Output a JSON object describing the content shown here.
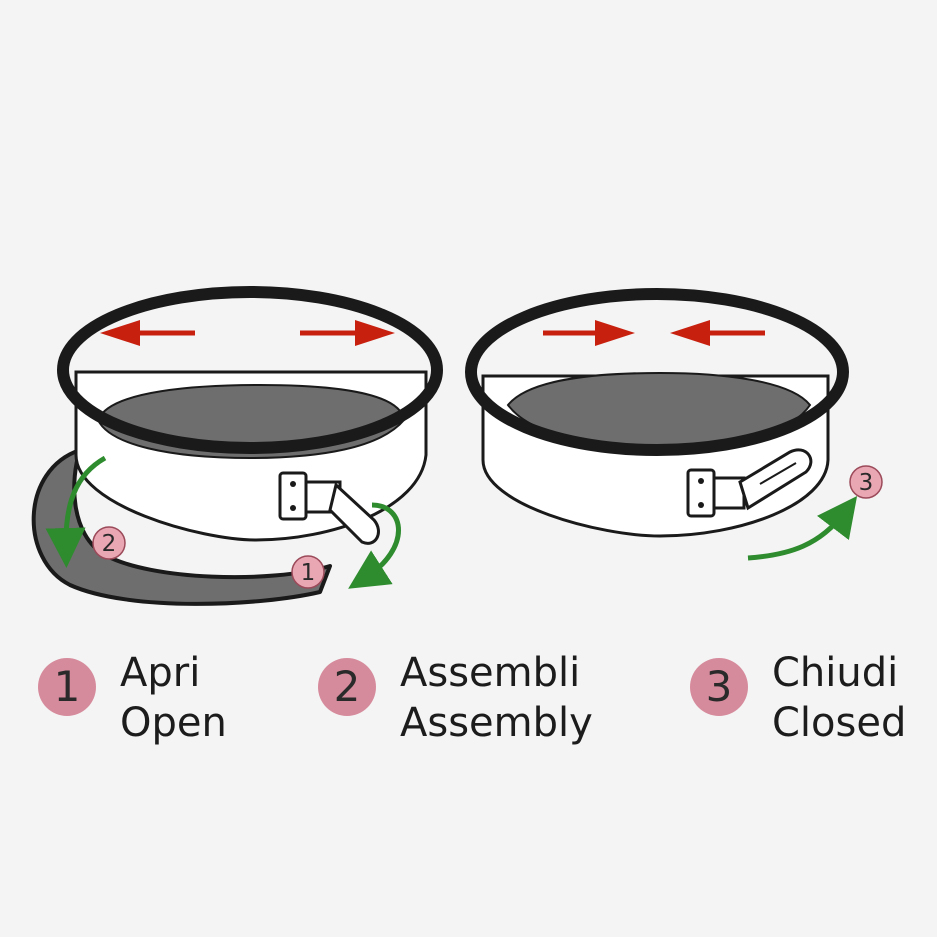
{
  "steps": [
    {
      "number": "1",
      "label_it": "Apri",
      "label_en": "Open"
    },
    {
      "number": "2",
      "label_it": "Assembli",
      "label_en": "Assembly"
    },
    {
      "number": "3",
      "label_it": "Chiudi",
      "label_en": "Closed"
    }
  ],
  "diagram_markers": {
    "open": "1",
    "assembly": "2",
    "closed": "3"
  },
  "colors": {
    "background": "#f4f4f4",
    "outline": "#1a1a1a",
    "pan_base": "#6e6e6e",
    "arrow_red": "#c8200f",
    "arrow_green": "#2e8b2e",
    "badge_pink": "#d68b9c"
  },
  "icons": [
    "springform-pan-open",
    "springform-pan-closed",
    "red-arrow",
    "green-curved-arrow",
    "latch-clasp"
  ]
}
